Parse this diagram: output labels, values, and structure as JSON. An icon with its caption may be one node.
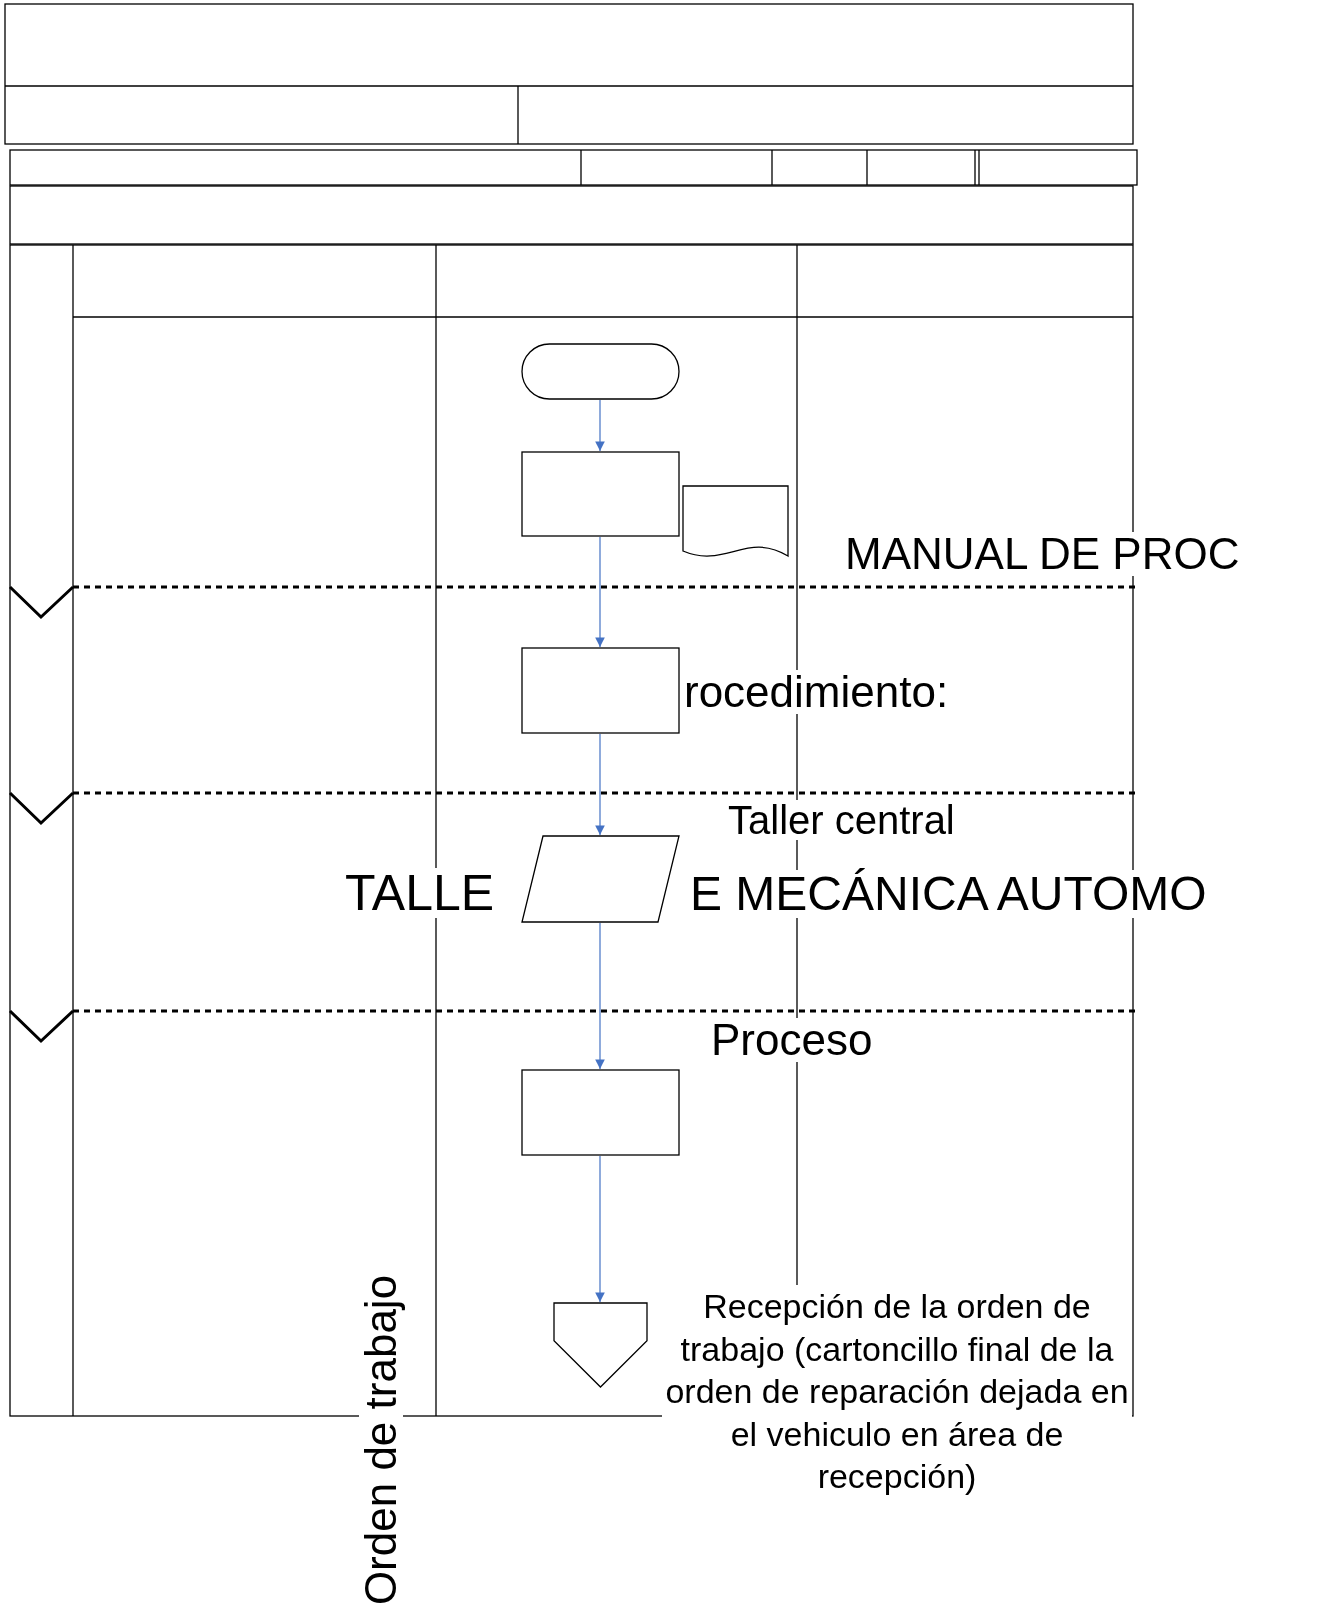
{
  "diagram": {
    "nodes": [
      {
        "text": [],
        "shape": "terminal"
      },
      {
        "text": [],
        "shape": "box"
      },
      {
        "text": [],
        "shape": "document"
      },
      {
        "text": [],
        "shape": "box"
      },
      {
        "text": [],
        "shape": "parallelogram"
      },
      {
        "text": [],
        "shape": "box"
      },
      {
        "text": [],
        "shape": "pentagon"
      }
    ],
    "edges": [
      {
        "from": 0,
        "to": 1,
        "arrow": "to"
      },
      {
        "from": 1,
        "to": 3,
        "arrow": "to"
      },
      {
        "from": 3,
        "to": 4,
        "arrow": "to"
      },
      {
        "from": 4,
        "to": 5,
        "arrow": "to"
      },
      {
        "from": 5,
        "to": 6,
        "arrow": "to"
      }
    ],
    "labels": [
      "MANUAL DE PROC",
      "rocedimiento:",
      "Taller central",
      "TALLE",
      "E MECÁNICA AUTOMO",
      "Proceso",
      "Orden de trabajo",
      "Recepción de la orden de trabajo (cartoncillo final de la orden de reparación dejada en el vehiculo en área de recepción)"
    ]
  }
}
